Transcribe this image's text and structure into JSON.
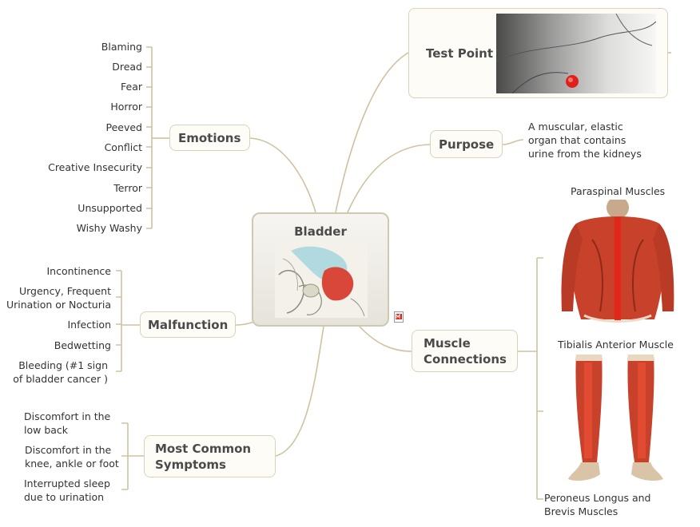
{
  "central": {
    "title": "Bladder",
    "image": "bladder-anatomy-illustration"
  },
  "topics": {
    "test_point": {
      "label": "Test Point",
      "image": "test-point-abdomen-sketch"
    },
    "purpose": {
      "label": "Purpose",
      "description_lines": [
        "A muscular, elastic",
        "organ that contains",
        "urine from the kidneys"
      ]
    },
    "muscle_connections": {
      "label_lines": [
        "Muscle",
        "Connections"
      ],
      "items": [
        {
          "label": "Paraspinal Muscles",
          "image": "back-muscles-illustration"
        },
        {
          "label": "Tibialis Anterior Muscle",
          "image": "leg-muscles-illustration"
        },
        {
          "label_lines": [
            "Peroneus Longus and",
            "Brevis Muscles"
          ]
        }
      ]
    },
    "emotions": {
      "label": "Emotions",
      "items": [
        "Blaming",
        "Dread",
        "Fear",
        "Horror",
        "Peeved",
        "Conflict",
        "Creative Insecurity",
        "Terror",
        "Unsupported",
        "Wishy Washy"
      ]
    },
    "malfunction": {
      "label": "Malfunction",
      "items": [
        [
          "Incontinence"
        ],
        [
          "Urgency, Frequent",
          "Urination or Nocturia"
        ],
        [
          "Infection"
        ],
        [
          "Bedwetting"
        ],
        [
          "Bleeding (#1 sign",
          "of bladder cancer )"
        ]
      ]
    },
    "symptoms": {
      "label_lines": [
        "Most Common",
        "Symptoms"
      ],
      "items": [
        [
          "Discomfort in the",
          "low back"
        ],
        [
          "Discomfort in the",
          "knee, ankle or foot"
        ],
        [
          "Interrupted sleep",
          "due to urination"
        ]
      ]
    }
  },
  "colors": {
    "link": "#cfc2a0",
    "node_border": "#d9d3b8",
    "node_bg": "#fdfcf7",
    "test_dot": "#e0201a",
    "muscle": "#c8412a"
  },
  "note_icon": "note-icon"
}
